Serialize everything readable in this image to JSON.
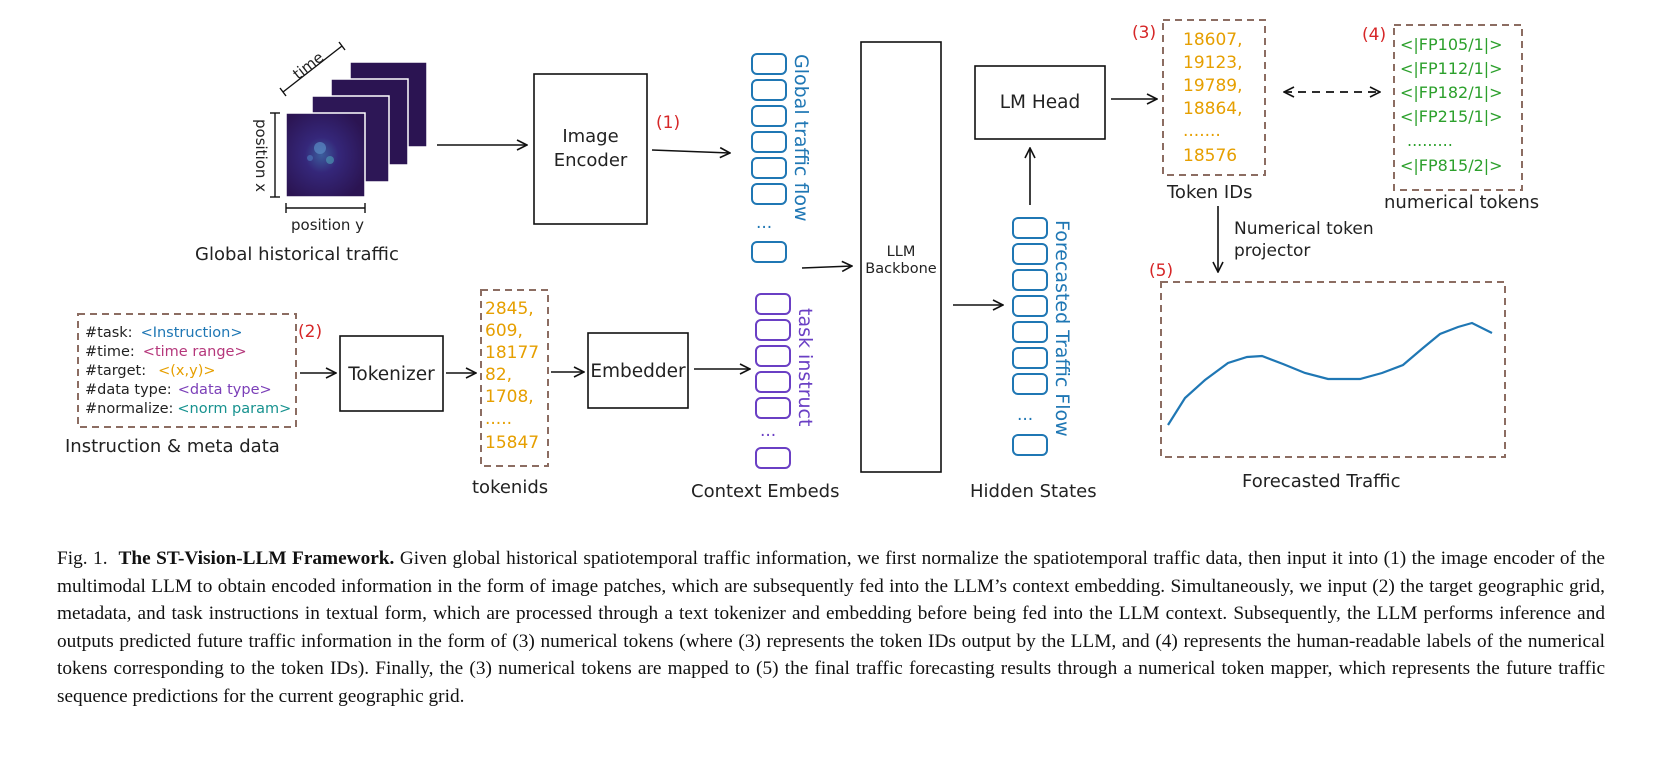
{
  "image": {
    "label": "Global historical traffic",
    "axis_time": "time",
    "axis_x": "position x",
    "axis_y": "position y"
  },
  "image_encoder": {
    "line1": "Image",
    "line2": "Encoder",
    "marker": "(1)"
  },
  "global_flow_label": "Global traffic flow",
  "instruction": {
    "marker": "(2)",
    "lines": [
      {
        "key": "#task:",
        "value": "<Instruction>",
        "color": "#1f77b4"
      },
      {
        "key": "#time:",
        "value": "<time range>",
        "color": "#b5377b"
      },
      {
        "key": "#target:",
        "value": "<(x,y)>",
        "color": "#e69f00"
      },
      {
        "key": "#data type:",
        "value": "<data type>",
        "color": "#7b3fb8"
      },
      {
        "key": "#normalize:",
        "value": "<norm param>",
        "color": "#17928f"
      }
    ],
    "label": "Instruction & meta data"
  },
  "tokenizer": "Tokenizer",
  "tokenids": {
    "values": [
      "2845,",
      "609,",
      "18177",
      "82,",
      "1708,",
      ".....",
      "15847"
    ],
    "label": "tokenids"
  },
  "embedder": "Embedder",
  "task_label": "task instruct",
  "context_label": "Context Embeds",
  "backbone": {
    "line1": "LLM",
    "line2": "Backbone"
  },
  "hidden": {
    "side_label": "Forecasted Traffic Flow",
    "label": "Hidden States"
  },
  "lm_head": "LM Head",
  "token_ids_box": {
    "marker": "(3)",
    "values": [
      "18607,",
      "19123,",
      "19789,",
      "18864,",
      ".......",
      "18576"
    ],
    "label": "Token IDs"
  },
  "numerical_tokens": {
    "marker": "(4)",
    "values": [
      "<|FP105/1|>",
      "<|FP112/1|>",
      "<|FP182/1|>",
      "<|FP215/1|>",
      ".........",
      "<|FP815/2|>"
    ],
    "label": "numerical tokens"
  },
  "projector": {
    "line1": "Numerical token",
    "line2": "projector"
  },
  "forecast": {
    "marker": "(5)",
    "label": "Forecasted Traffic"
  },
  "dots": "...",
  "colors": {
    "red": "#d62728",
    "orange": "#e69f00",
    "blue": "#1f77b4",
    "purple": "#6a3fc4",
    "green": "#2ca02c",
    "brown_dash": "#8c6d62",
    "heatmap": "#2b1452"
  },
  "caption": {
    "prefix": "Fig. 1.",
    "title": "The ST-Vision-LLM Framework.",
    "body": "Given global historical spatiotemporal traffic information, we first normalize the spatiotemporal traffic data, then input it into (1) the image encoder of the multimodal LLM to obtain encoded information in the form of image patches, which are subsequently fed into the LLM’s context embedding. Simultaneously, we input (2) the target geographic grid, metadata, and task instructions in textual form, which are processed through a text tokenizer and embedding before being fed into the LLM context. Subsequently, the LLM performs inference and outputs predicted future traffic information in the form of (3) numerical tokens (where (3) represents the token IDs output by the LLM, and (4) represents the human-readable labels of the numerical tokens corresponding to the token IDs). Finally, the (3) numerical tokens are mapped to (5) the final traffic forecasting results through a numerical token mapper, which represents the future traffic sequence predictions for the current geographic grid."
  }
}
